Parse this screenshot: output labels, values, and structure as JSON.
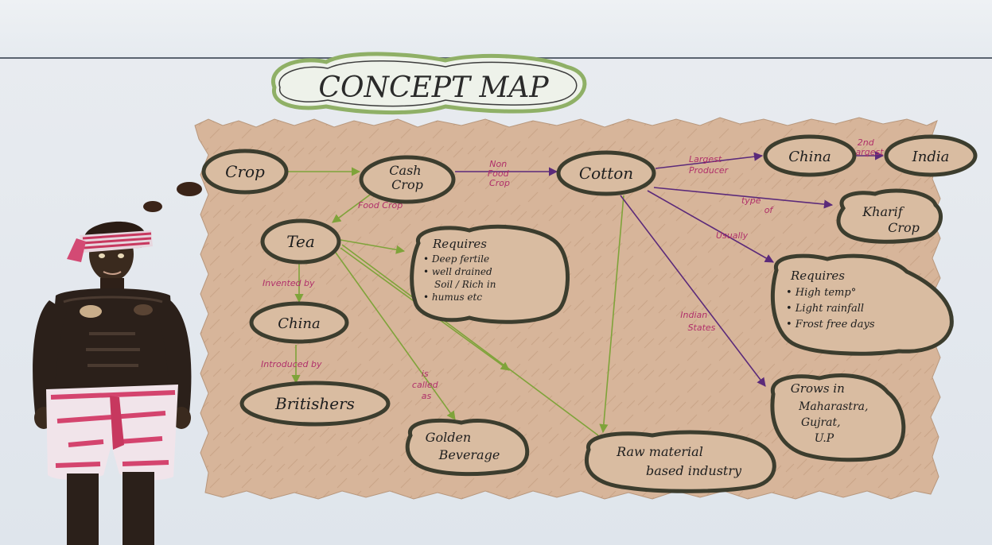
{
  "title": "CONCEPT MAP",
  "nodes": {
    "crop": "Crop",
    "cash_crop": [
      "Cash",
      "Crop"
    ],
    "cotton": "Cotton",
    "china_top": "China",
    "india": "India",
    "kharif": [
      "Kharif",
      "Crop"
    ],
    "tea": "Tea",
    "tea_requires": [
      "Requires",
      "• Deep fertile",
      "• well drained",
      "Soil / Rich in",
      "• humus etc"
    ],
    "cotton_requires": [
      "Requires",
      "• High temp°",
      "• Light rainfall",
      "• Frost free days"
    ],
    "china_tea": "China",
    "britishers": "Britishers",
    "golden_beverage": [
      "Golden",
      "Beverage"
    ],
    "raw_material": [
      "Raw material",
      "based industry"
    ],
    "grows_in": [
      "Grows in",
      "Maharastra,",
      "Gujrat,",
      "U.P"
    ]
  },
  "edge_labels": {
    "non_food_crop": [
      "Non",
      "Food",
      "Crop"
    ],
    "food_crop": "Food Crop",
    "largest_producer": [
      "Largest",
      "Producer"
    ],
    "second_largest": [
      "2nd",
      "Largest"
    ],
    "type_of": [
      "type",
      "of"
    ],
    "usually": "Usually",
    "invented_by": "Invented by",
    "introduced_by": "Introduced by",
    "is_called_as": [
      "is",
      "called",
      "as"
    ],
    "indian_states": [
      "Indian",
      "States"
    ]
  },
  "colors": {
    "paper": "#d7b59a",
    "node_border": "#3c3d2e",
    "green_arrow": "#7fa33a",
    "purple_arrow": "#5b2a7a",
    "label_pink": "#b0306a"
  }
}
